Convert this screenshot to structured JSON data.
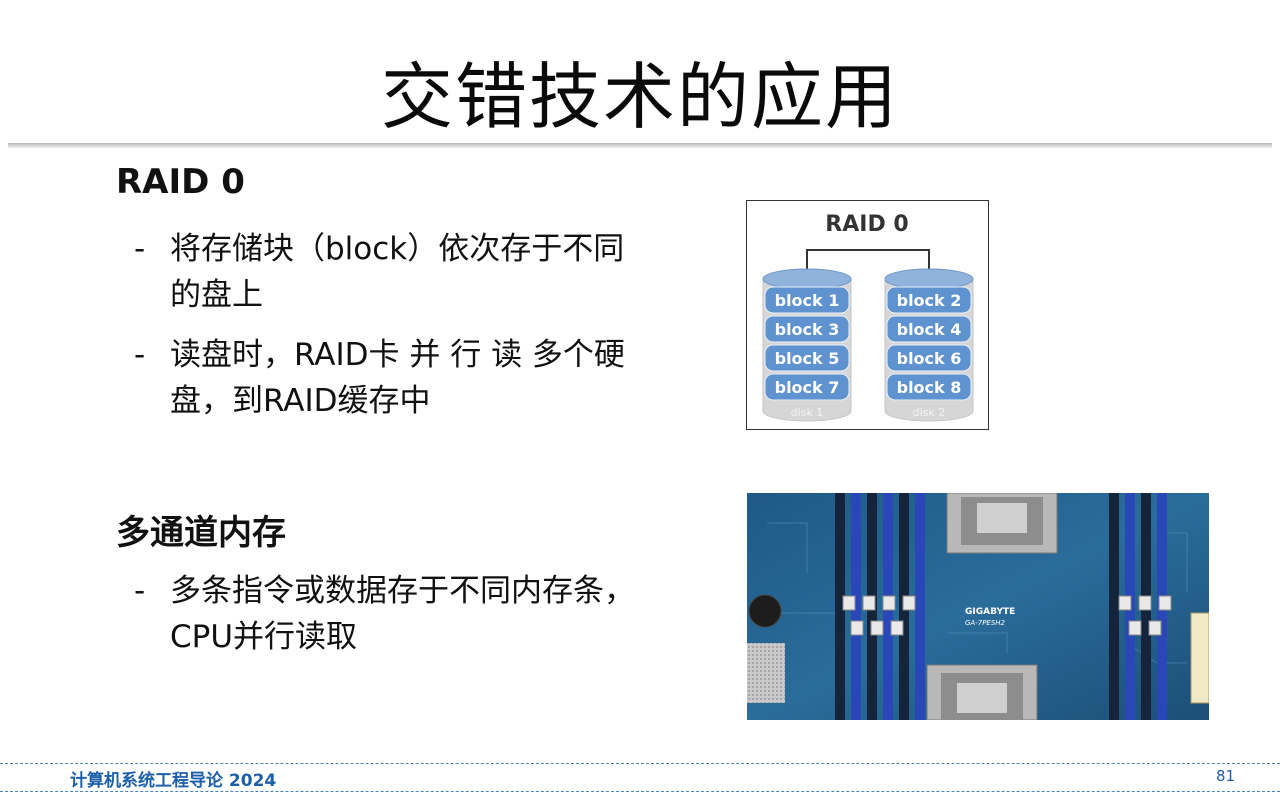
{
  "slide": {
    "title": "交错技术的应用",
    "sections": [
      {
        "heading": "RAID 0",
        "bullets": [
          {
            "dash": "-",
            "text": "将存储块（block）依次存于不同的盘上"
          },
          {
            "dash": "-",
            "text": "读盘时，RAID卡 并 行 读 多个硬盘，到RAID缓存中"
          }
        ]
      },
      {
        "heading": "多通道内存",
        "bullets": [
          {
            "dash": "-",
            "text": "多条指令或数据存于不同内存条，CPU并行读取"
          }
        ]
      }
    ],
    "raid_figure": {
      "title": "RAID 0",
      "disk1": {
        "label": "disk 1",
        "blocks": [
          "block 1",
          "block 3",
          "block 5",
          "block 7"
        ]
      },
      "disk2": {
        "label": "disk 2",
        "blocks": [
          "block 2",
          "block 4",
          "block 6",
          "block 8"
        ]
      }
    },
    "motherboard": {
      "brand": "GIGABYTE",
      "model": "GA-7PESH2"
    },
    "footer": {
      "course": "计算机系统工程导论 2024",
      "page": "81"
    }
  }
}
